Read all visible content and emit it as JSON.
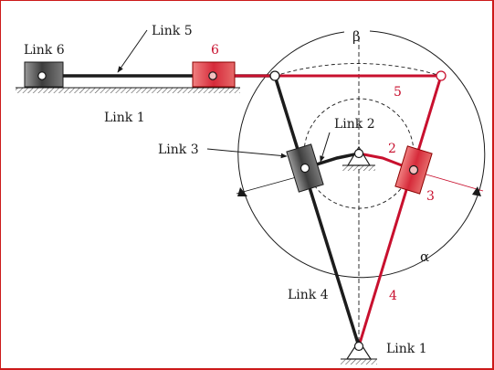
{
  "labels": {
    "link6": "Link 6",
    "link5": "Link 5",
    "link1_top": "Link 1",
    "link2": "Link 2",
    "link3": "Link 3",
    "link4": "Link 4",
    "link1_bottom": "Link 1",
    "beta": "β",
    "alpha": "α"
  },
  "red_labels": {
    "n6": "6",
    "n5": "5",
    "n2": "2",
    "n3": "3",
    "n4": "4"
  },
  "colors": {
    "black_link": "#1c1c1c",
    "red_link": "#c8102e",
    "frame_border": "#cc1a1a",
    "ground_hatch": "#555555",
    "slider_dark": "#4a4a4a",
    "slider_red": "#d62a3a"
  }
}
